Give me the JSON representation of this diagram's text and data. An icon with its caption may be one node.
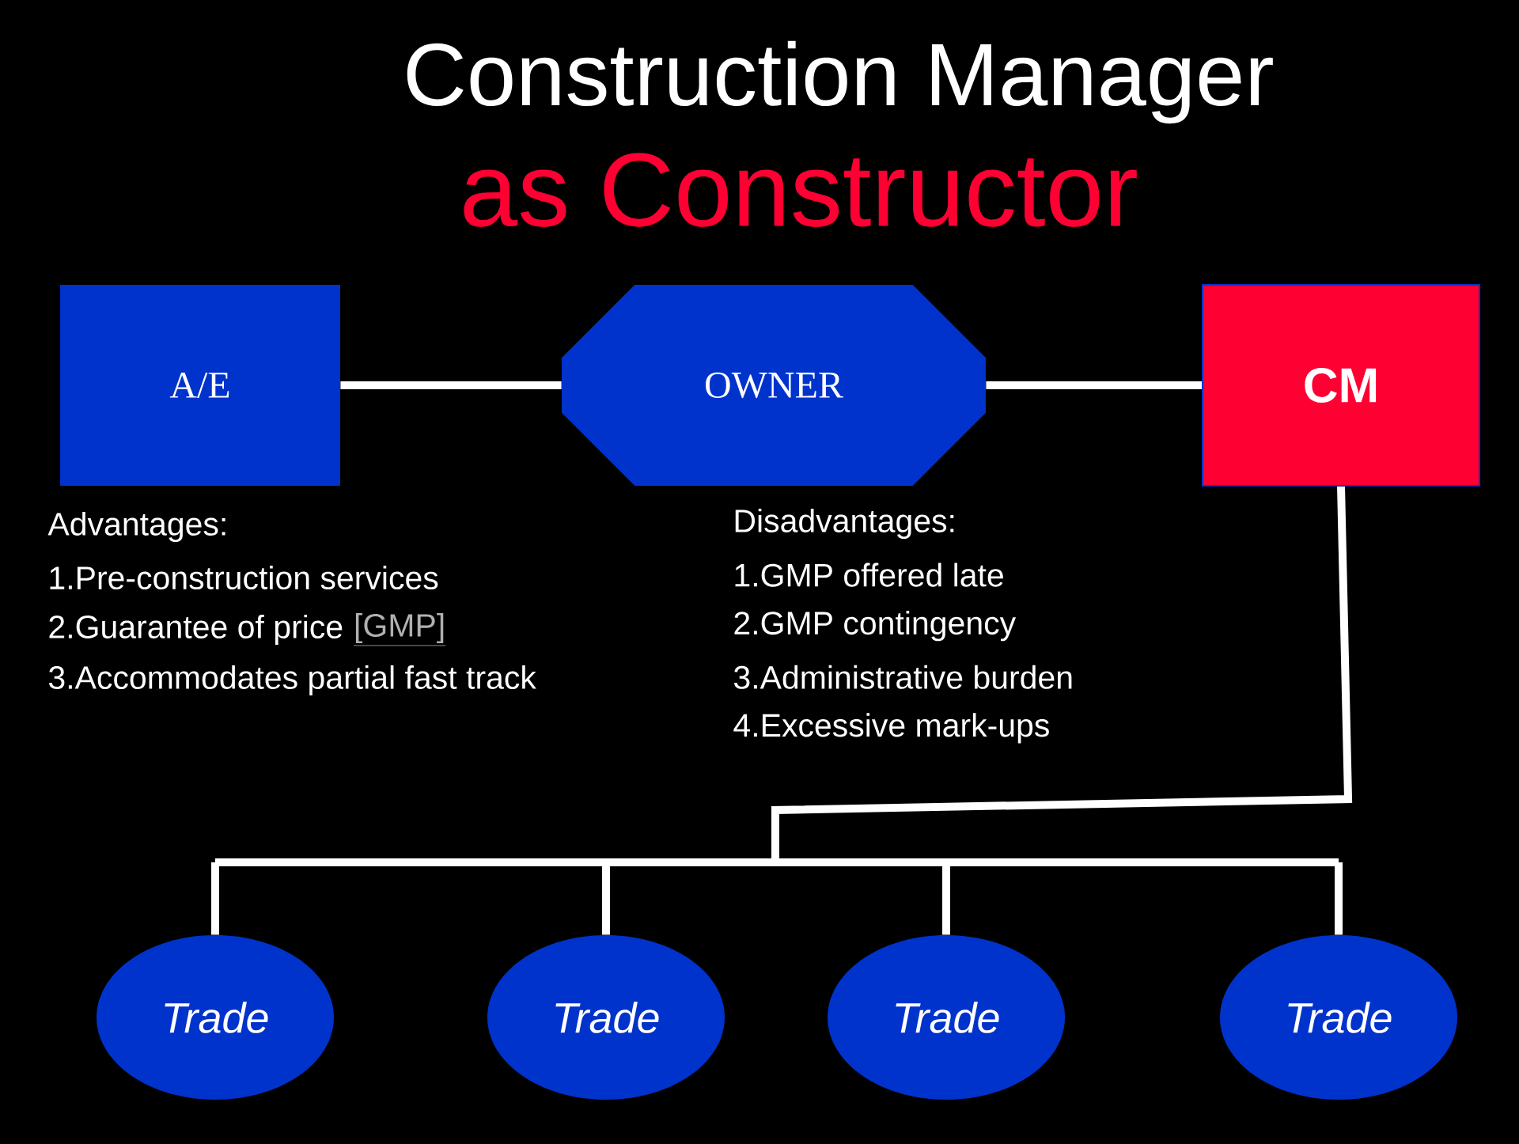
{
  "diagram": {
    "title": "Construction Manager",
    "nodes": [
      {
        "text": [
          "A/E"
        ]
      },
      {
        "text": [
          "OWNER"
        ]
      },
      {
        "text": [
          "CM"
        ]
      },
      {
        "text": [
          "Trade"
        ]
      },
      {
        "text": [
          "Trade"
        ]
      },
      {
        "text": [
          "Trade"
        ]
      },
      {
        "text": [
          "Trade"
        ]
      }
    ],
    "edges": [
      {
        "from": 0,
        "to": 1,
        "arrow": "none"
      },
      {
        "from": 1,
        "to": 2,
        "arrow": "none"
      },
      {
        "from": 2,
        "to": 3,
        "arrow": "none"
      },
      {
        "from": 2,
        "to": 4,
        "arrow": "none"
      },
      {
        "from": 2,
        "to": 5,
        "arrow": "none"
      },
      {
        "from": 2,
        "to": 6,
        "arrow": "none"
      }
    ],
    "labels": [
      "as Constructor",
      "Advantages:",
      "1.Pre-construction services",
      "2.Guarantee of price",
      "[GMP]",
      "3.Accommodates partial fast track",
      "Disadvantages:",
      "1.GMP offered late",
      "2.GMP contingency",
      "3.Administrative burden",
      "4.Excessive mark-ups"
    ]
  }
}
